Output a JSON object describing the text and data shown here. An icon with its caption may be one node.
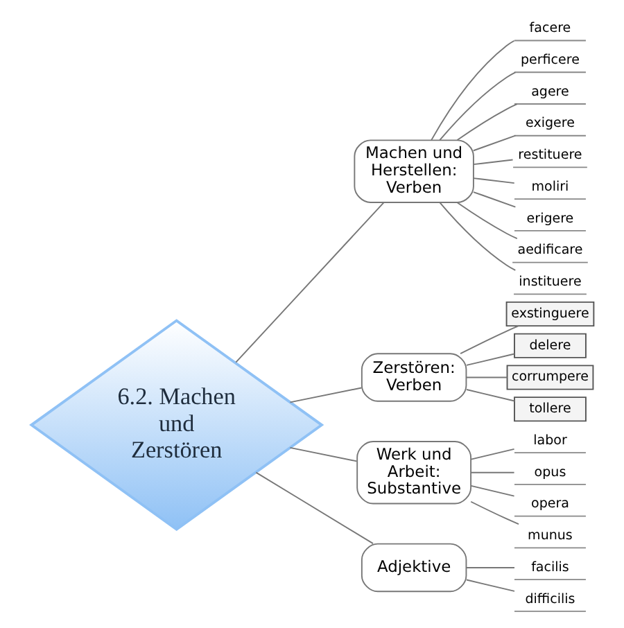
{
  "diagram": {
    "nodes": [
      {
        "text": [
          "6.2. Machen und Zerstören"
        ]
      },
      {
        "text": [
          "Machen und Herstellen: Verben"
        ]
      },
      {
        "text": [
          "facere"
        ]
      },
      {
        "text": [
          "perficere"
        ]
      },
      {
        "text": [
          "agere"
        ]
      },
      {
        "text": [
          "exigere"
        ]
      },
      {
        "text": [
          "restituere"
        ]
      },
      {
        "text": [
          "moliri"
        ]
      },
      {
        "text": [
          "erigere"
        ]
      },
      {
        "text": [
          "aedificare"
        ]
      },
      {
        "text": [
          "instituere"
        ]
      },
      {
        "text": [
          "Zerstören: Verben"
        ]
      },
      {
        "text": [
          "exstinguere"
        ]
      },
      {
        "text": [
          "delere"
        ]
      },
      {
        "text": [
          "corrumpere"
        ]
      },
      {
        "text": [
          "tollere"
        ]
      },
      {
        "text": [
          "Werk und Arbeit: Substantive"
        ]
      },
      {
        "text": [
          "labor"
        ]
      },
      {
        "text": [
          "opus"
        ]
      },
      {
        "text": [
          "opera"
        ]
      },
      {
        "text": [
          "munus"
        ]
      },
      {
        "text": [
          "Adjektive"
        ]
      },
      {
        "text": [
          "facilis"
        ]
      },
      {
        "text": [
          "difficilis"
        ]
      }
    ],
    "edges": [
      {
        "from": 0,
        "to": 1,
        "arrow": "none"
      },
      {
        "from": 0,
        "to": 11,
        "arrow": "none"
      },
      {
        "from": 0,
        "to": 16,
        "arrow": "none"
      },
      {
        "from": 0,
        "to": 21,
        "arrow": "none"
      },
      {
        "from": 1,
        "to": 2,
        "arrow": "none"
      },
      {
        "from": 1,
        "to": 3,
        "arrow": "none"
      },
      {
        "from": 1,
        "to": 4,
        "arrow": "none"
      },
      {
        "from": 1,
        "to": 5,
        "arrow": "none"
      },
      {
        "from": 1,
        "to": 6,
        "arrow": "none"
      },
      {
        "from": 1,
        "to": 7,
        "arrow": "none"
      },
      {
        "from": 1,
        "to": 8,
        "arrow": "none"
      },
      {
        "from": 1,
        "to": 9,
        "arrow": "none"
      },
      {
        "from": 1,
        "to": 10,
        "arrow": "none"
      },
      {
        "from": 11,
        "to": 12,
        "arrow": "none"
      },
      {
        "from": 11,
        "to": 13,
        "arrow": "none"
      },
      {
        "from": 11,
        "to": 14,
        "arrow": "none"
      },
      {
        "from": 11,
        "to": 15,
        "arrow": "none"
      },
      {
        "from": 16,
        "to": 17,
        "arrow": "none"
      },
      {
        "from": 16,
        "to": 18,
        "arrow": "none"
      },
      {
        "from": 16,
        "to": 19,
        "arrow": "none"
      },
      {
        "from": 16,
        "to": 20,
        "arrow": "none"
      },
      {
        "from": 21,
        "to": 22,
        "arrow": "none"
      },
      {
        "from": 21,
        "to": 23,
        "arrow": "none"
      }
    ]
  }
}
